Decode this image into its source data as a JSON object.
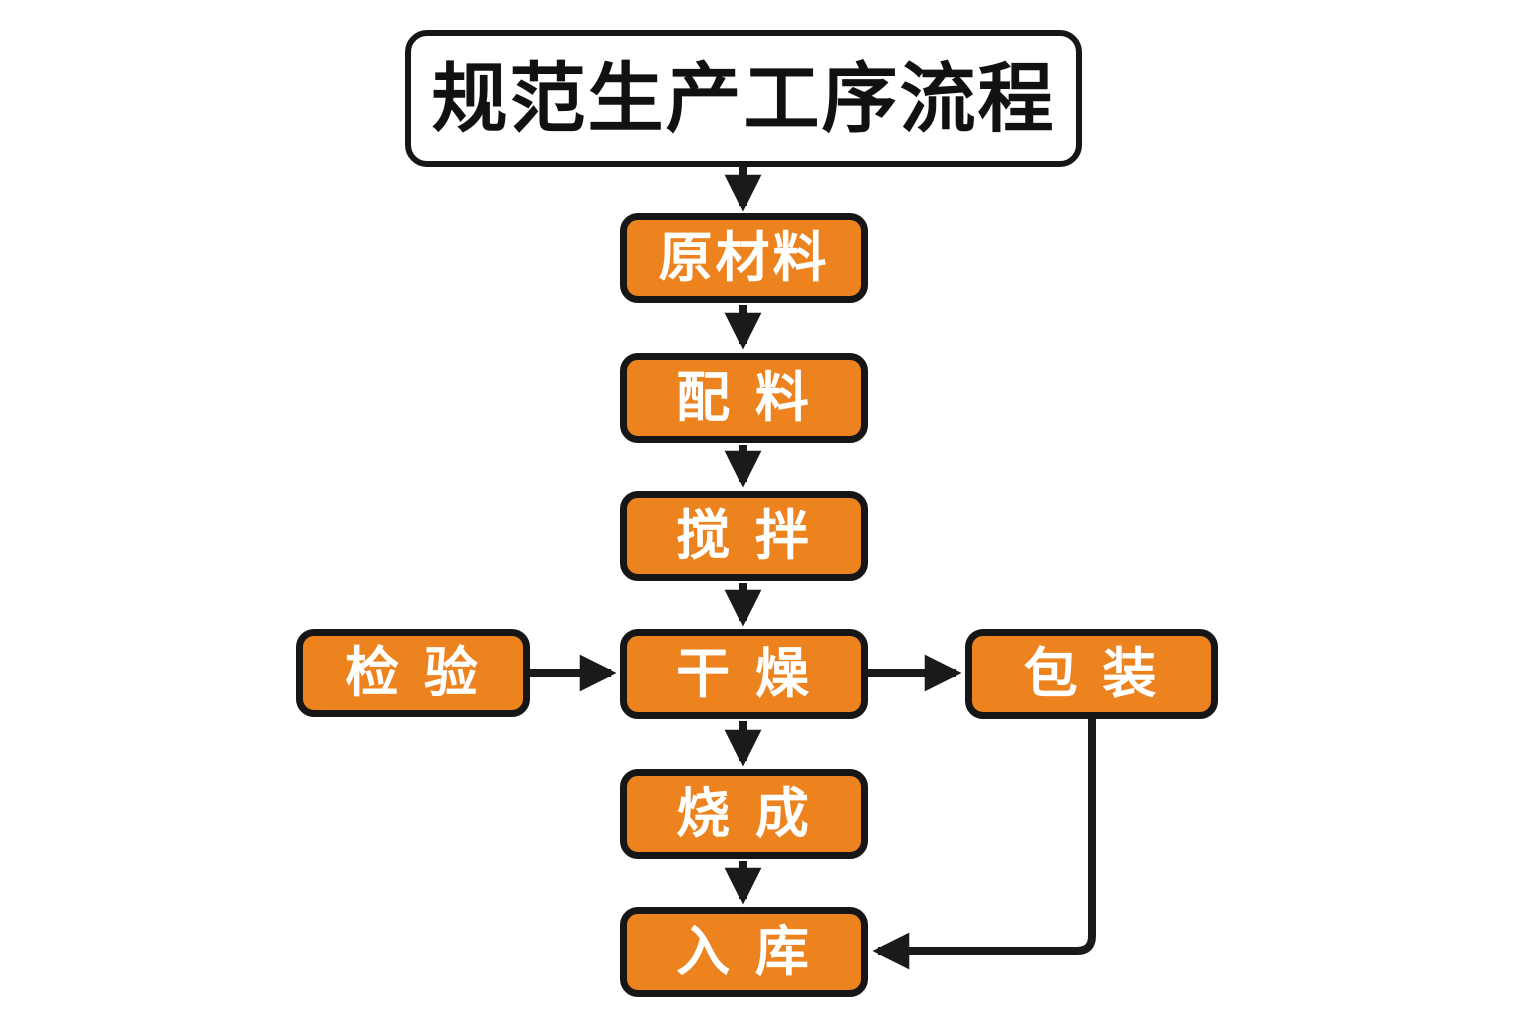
{
  "title": {
    "label": "规范生产工序流程"
  },
  "nodes": {
    "raw_material": {
      "label": "原材料"
    },
    "batching": {
      "label": "配 料"
    },
    "mixing": {
      "label": "搅 拌"
    },
    "inspection": {
      "label": "检 验"
    },
    "drying": {
      "label": "干 燥"
    },
    "packaging": {
      "label": "包 装"
    },
    "firing": {
      "label": "烧 成"
    },
    "warehousing": {
      "label": "入 库"
    }
  },
  "edges": [
    {
      "from": "title",
      "to": "raw_material"
    },
    {
      "from": "raw_material",
      "to": "batching"
    },
    {
      "from": "batching",
      "to": "mixing"
    },
    {
      "from": "mixing",
      "to": "drying"
    },
    {
      "from": "inspection",
      "to": "drying"
    },
    {
      "from": "drying",
      "to": "packaging"
    },
    {
      "from": "drying",
      "to": "firing"
    },
    {
      "from": "firing",
      "to": "warehousing"
    },
    {
      "from": "packaging",
      "to": "warehousing"
    }
  ],
  "colors": {
    "background": "#FFFFFF",
    "node_fill": "#ED831E",
    "node_border": "#161616",
    "node_text": "#FFFFFF",
    "title_fill": "#FFFFFF",
    "title_border": "#161616",
    "title_text": "#111111",
    "connector": "#1A1A1A"
  }
}
